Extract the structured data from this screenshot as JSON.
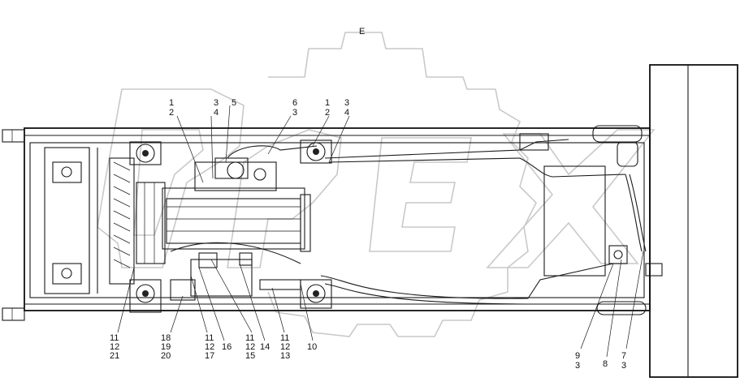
{
  "view_letter": "E",
  "watermark": "OPEX",
  "callouts_top": [
    {
      "id": "top-1-2-left",
      "lines": [
        "1",
        "2"
      ]
    },
    {
      "id": "top-3-4-left",
      "lines": [
        "3",
        "4"
      ]
    },
    {
      "id": "top-5",
      "lines": [
        "5"
      ]
    },
    {
      "id": "top-6-3",
      "lines": [
        "6",
        "3"
      ]
    },
    {
      "id": "top-1-2-right",
      "lines": [
        "1",
        "2"
      ]
    },
    {
      "id": "top-3-4-right",
      "lines": [
        "3",
        "4"
      ]
    }
  ],
  "callouts_bottom": [
    {
      "id": "bot-11-12-21",
      "lines": [
        "11",
        "12",
        "21"
      ]
    },
    {
      "id": "bot-18-19-20",
      "lines": [
        "18",
        "19",
        "20"
      ]
    },
    {
      "id": "bot-11-12-17",
      "lines": [
        "11",
        "12",
        "17"
      ]
    },
    {
      "id": "bot-16",
      "lines": [
        "16"
      ]
    },
    {
      "id": "bot-11-12-15",
      "lines": [
        "11",
        "12",
        "15"
      ]
    },
    {
      "id": "bot-14",
      "lines": [
        "14"
      ]
    },
    {
      "id": "bot-11-12-13",
      "lines": [
        "11",
        "12",
        "13"
      ]
    },
    {
      "id": "bot-10",
      "lines": [
        "10"
      ]
    },
    {
      "id": "bot-9-3",
      "lines": [
        "9",
        "3"
      ]
    },
    {
      "id": "bot-8",
      "lines": [
        "8"
      ]
    },
    {
      "id": "bot-7-3",
      "lines": [
        "7",
        "3"
      ]
    }
  ]
}
